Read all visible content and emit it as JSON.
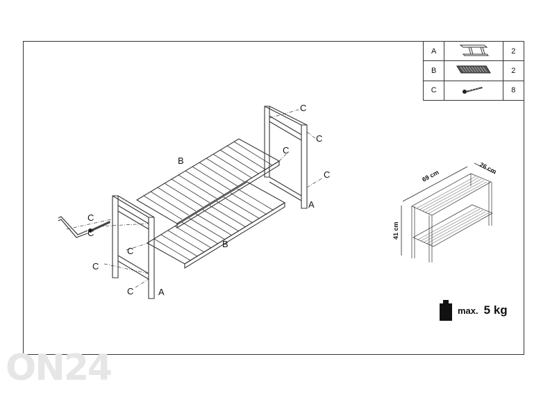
{
  "parts": [
    {
      "label": "A",
      "qty": "2",
      "icon": "side-frame-icon"
    },
    {
      "label": "B",
      "qty": "2",
      "icon": "slatted-shelf-icon"
    },
    {
      "label": "C",
      "qty": "8",
      "icon": "screw-icon"
    }
  ],
  "labels": {
    "A": "A",
    "B": "B",
    "C": "C"
  },
  "dimensions": {
    "width": "69 cm",
    "depth": "26 cm",
    "height": "41 cm"
  },
  "load": {
    "prefix": "max.",
    "value": "5 kg"
  },
  "watermark": "ON24",
  "colors": {
    "line": "#333333",
    "watermark": "#e6e6e6"
  }
}
